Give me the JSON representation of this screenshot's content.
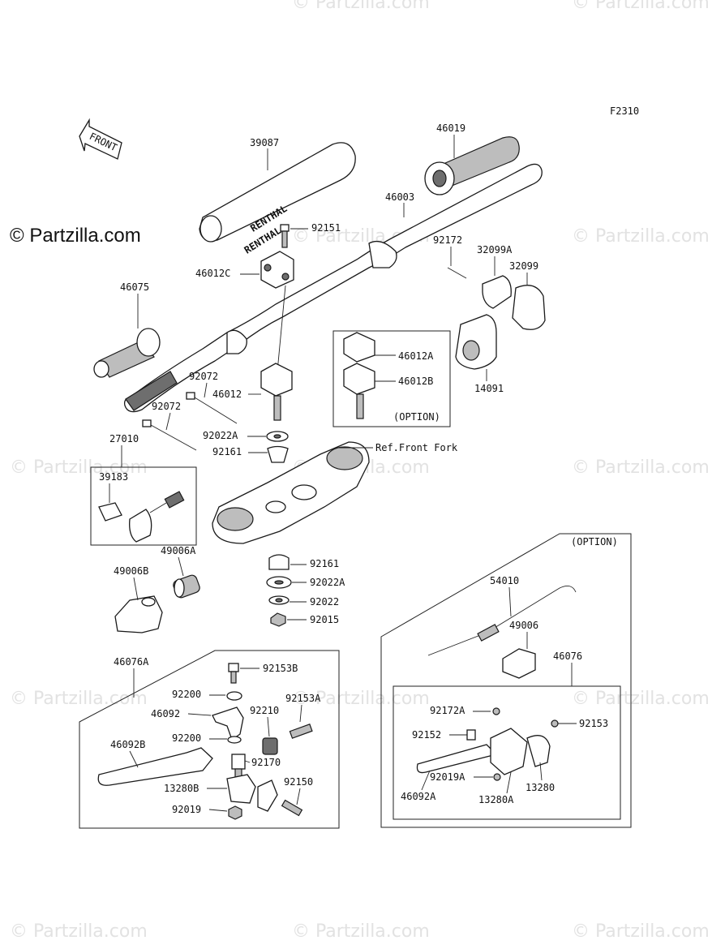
{
  "figure_code": "F2310",
  "watermark": "© Partzilla.com",
  "front_arrow": "FRONT",
  "grip_brand": "RENTHAL",
  "ref_note": "Ref.Front Fork",
  "option_label": "(OPTION)",
  "parts": {
    "p39087": "39087",
    "p46019": "46019",
    "p46003": "46003",
    "p92151": "92151",
    "p92172_top": "92172",
    "p32099A": "32099A",
    "p32099": "32099",
    "p46012C": "46012C",
    "p46075": "46075",
    "p46012A": "46012A",
    "p46012B": "46012B",
    "p14091": "14091",
    "p92072_a": "92072",
    "p46012": "46012",
    "p92072_b": "92072",
    "p92022A_top": "92022A",
    "p92161_top": "92161",
    "p27010": "27010",
    "p39183": "39183",
    "p49006A": "49006A",
    "p49006B": "49006B",
    "p92161_bot": "92161",
    "p92022A_bot": "92022A",
    "p92022": "92022",
    "p92015": "92015",
    "p54010": "54010",
    "p49006": "49006",
    "p46076": "46076",
    "p46076A": "46076A",
    "p92153B": "92153B",
    "p92200_a": "92200",
    "p92153A": "92153A",
    "p46092": "46092",
    "p92210": "92210",
    "p92200_b": "92200",
    "p46092B": "46092B",
    "p92170": "92170",
    "p92150": "92150",
    "p13280B": "13280B",
    "p92019": "92019",
    "p92172A": "92172A",
    "p92153": "92153",
    "p92152": "92152",
    "p92019A": "92019A",
    "p13280": "13280",
    "p46092A": "46092A",
    "p13280A": "13280A"
  }
}
